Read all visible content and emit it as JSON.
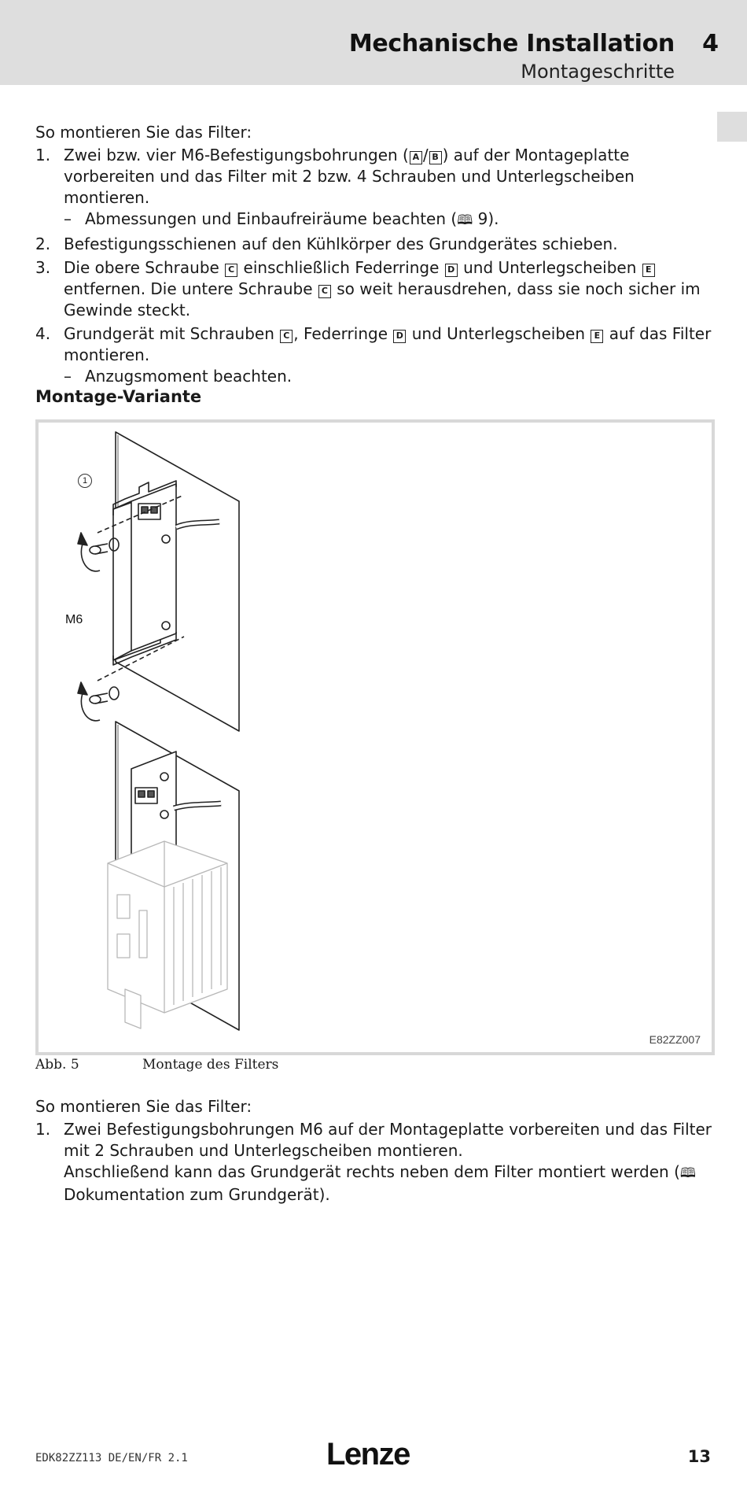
{
  "header": {
    "title": "Mechanische Installation",
    "chapter": "4",
    "subtitle": "Montageschritte"
  },
  "section1": {
    "intro": "So montieren Sie das Filter:",
    "step1": {
      "num": "1.",
      "t1": "Zwei bzw. vier M6-Befestigungsbohrungen (",
      "k1": "A",
      "sep": "/",
      "k2": "B",
      "t2": ") auf der Montageplatte vorbereiten und das Filter mit 2 bzw. 4 Schrauben und Unterlegscheiben montieren.",
      "sub_mark": "–",
      "sub_t1": "Abmessungen und Einbaufreiräume beachten (",
      "sub_book": "🕮",
      "sub_t2": " 9)."
    },
    "step2": {
      "num": "2.",
      "text": "Befestigungsschienen auf den Kühlkörper des Grundgerätes schieben."
    },
    "step3": {
      "num": "3.",
      "t1": "Die obere Schraube ",
      "kC1": "C",
      "t2": " einschließlich Federringe ",
      "kD": "D",
      "t3": " und Unterlegscheiben ",
      "kE": "E",
      "t4": " entfernen. Die untere Schraube ",
      "kC2": "C",
      "t5": " so weit herausdrehen, dass sie noch sicher im Gewinde steckt."
    },
    "step4": {
      "num": "4.",
      "t1": "Grundgerät mit Schrauben ",
      "kC": "C",
      "t2": ", Federringe ",
      "kD": "D",
      "t3": " und Unterlegscheiben ",
      "kE": "E",
      "t4": " auf das Filter montieren.",
      "sub_mark": "–",
      "sub_text": "Anzugsmoment beachten."
    }
  },
  "section2_title": "Montage-Variante",
  "figure": {
    "circle_label": "1",
    "m6_label": "M6",
    "code": "E82ZZ007",
    "caption_label": "Abb. 5",
    "caption_text": "Montage des Filters"
  },
  "section3": {
    "intro": "So montieren Sie das Filter:",
    "step1": {
      "num": "1.",
      "text": "Zwei Befestigungsbohrungen M6 auf der Montageplatte vorbereiten und das Filter mit 2 Schrauben und Unterlegscheiben montieren.",
      "t3": "Anschließend kann das Grundgerät rechts neben dem Filter montiert werden (",
      "book": "🕮",
      "t4": " Dokumentation zum Grundgerät)."
    }
  },
  "footer": {
    "doc": "EDK82ZZ113  DE/EN/FR  2.1",
    "logo": "Lenze",
    "page": "13"
  }
}
